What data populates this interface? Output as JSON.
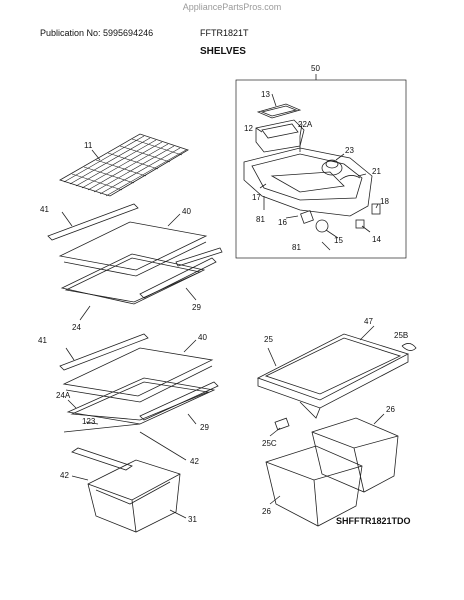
{
  "watermark": "AppliancePartsPros.com",
  "header": {
    "publication": "Publication No: 5995694246",
    "model": "FFTR1821T",
    "section": "SHELVES"
  },
  "diagram_code": "SHFFTR1821TDO",
  "callouts": {
    "c50": "50",
    "c13": "13",
    "c12": "12",
    "c22A": "22A",
    "c23": "23",
    "c21": "21",
    "c17": "17",
    "c81a": "81",
    "c16": "16",
    "c15": "15",
    "c18": "18",
    "c14": "14",
    "c81b": "81",
    "c11": "11",
    "c41a": "41",
    "c40a": "40",
    "c29a": "29",
    "c24": "24",
    "c41b": "41",
    "c40b": "40",
    "c24A": "24A",
    "c123": "123",
    "c29b": "29",
    "c42a": "42",
    "c42b": "42",
    "c31": "31",
    "c25": "25",
    "c47": "47",
    "c25B": "25B",
    "c26a": "26",
    "c25C": "25C",
    "c26b": "26"
  }
}
